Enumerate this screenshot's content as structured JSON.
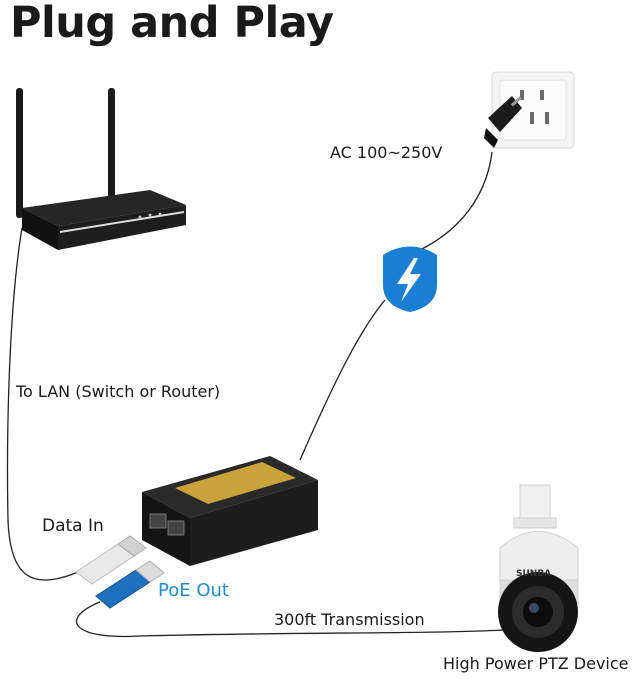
{
  "title": "Plug and Play",
  "labels": {
    "ac_input": "AC 100~250V",
    "to_lan": "To LAN (Switch or Router)",
    "data_in": "Data In",
    "poe_out": "PoE Out",
    "transmission": "300ft Transmission",
    "device": "High Power PTZ Device"
  },
  "camera_brand": "SUNBA",
  "colors": {
    "poe_out": "#1e90c8",
    "shield": "#1a7fd4",
    "injector_label": "#c9a23a",
    "rj45_blue": "#1e6fc0"
  }
}
